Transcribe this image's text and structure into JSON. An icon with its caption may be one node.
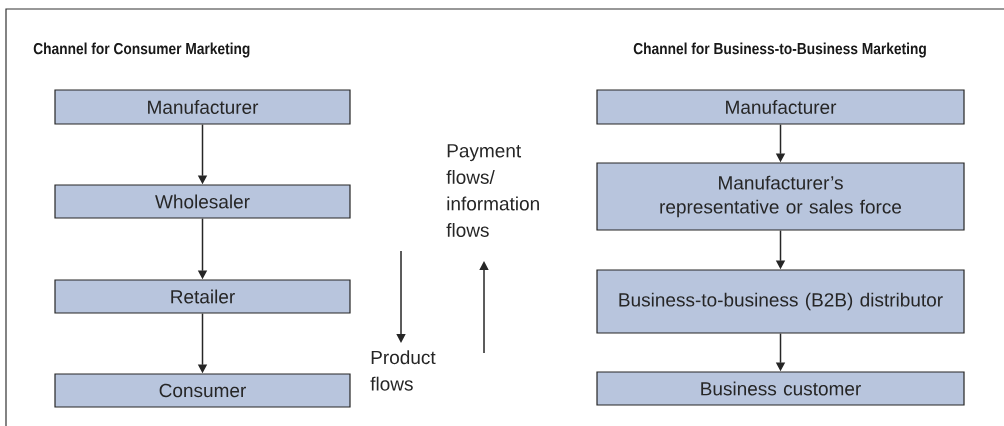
{
  "diagram": {
    "nodes": [
      {
        "text": [
          "Manufacturer"
        ]
      },
      {
        "text": [
          "Wholesaler"
        ]
      },
      {
        "text": [
          "Retailer"
        ]
      },
      {
        "text": [
          "Consumer"
        ]
      },
      {
        "text": [
          "Manufacturer"
        ]
      },
      {
        "text": [
          "Manufacturer’s representative or sales force"
        ]
      },
      {
        "text": [
          "Business-to-business (B2B) distributor"
        ]
      },
      {
        "text": [
          "Business customer"
        ]
      }
    ],
    "edges": [
      {
        "from": 0,
        "to": 1,
        "arrow": "to"
      },
      {
        "from": 1,
        "to": 2,
        "arrow": "to"
      },
      {
        "from": 2,
        "to": 3,
        "arrow": "to"
      },
      {
        "from": 4,
        "to": 5,
        "arrow": "to"
      },
      {
        "from": 5,
        "to": 6,
        "arrow": "to"
      },
      {
        "from": 6,
        "to": 7,
        "arrow": "to"
      }
    ],
    "labels": [
      "Channel for Consumer Marketing",
      "Channel for Business-to-Business Marketing",
      "Payment flows/ information flows",
      "Product flows"
    ]
  }
}
